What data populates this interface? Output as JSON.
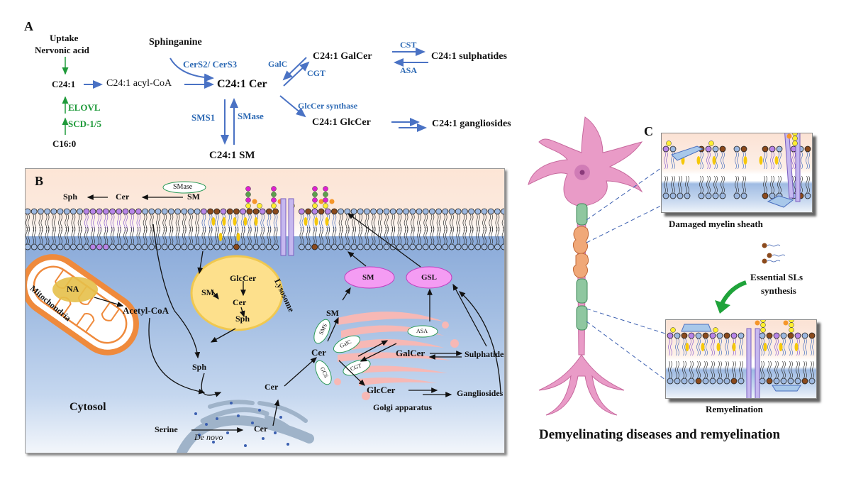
{
  "panel_a": {
    "label": "A",
    "uptake": "Uptake",
    "nervonic_acid": "Nervonic acid",
    "c24_1": "C24:1",
    "c16_0": "C16:0",
    "elovl": "ELOVL",
    "scd": "SCD-1/5",
    "acyl_coa": "C24:1 acyl-CoA",
    "sphinganine": "Sphinganine",
    "cers": "CerS2/ CerS3",
    "cer": "C24:1 Cer",
    "sms1": "SMS1",
    "smase": "SMase",
    "sm": "C24:1 SM",
    "galc": "GalC",
    "cgt": "CGT",
    "galcer": "C24:1 GalCer",
    "cst": "CST",
    "asa": "ASA",
    "sulphatides": "C24:1 sulphatides",
    "glccer_synthase": "GlcCer synthase",
    "glccer": "C24:1 GlcCer",
    "gangliosides": "C24:1 gangliosides"
  },
  "panel_b": {
    "label": "B",
    "sph_top": "Sph",
    "cer_top": "Cer",
    "sm_top": "SM",
    "smase": "SMase",
    "mitochondria": "Mitochondria",
    "na": "NA",
    "acetyl_coa": "Acetyl-CoA",
    "lyso_sm": "SM",
    "lyso_glccer": "GlcCer",
    "lyso_cer": "Cer",
    "lyso_sph": "Sph",
    "lysosome": "Lysosome",
    "sph_mid": "Sph",
    "cytosol": "Cytosol",
    "serine": "Serine",
    "de_novo": "De novo",
    "cer_er": "Cer",
    "cer_mid": "Cer",
    "golgi_cer": "Cer",
    "golgi_sm": "SM",
    "sms": "SMS",
    "galc": "GalC",
    "cgt": "CGT",
    "gcs": "GCS",
    "asa": "ASA",
    "galcer": "GalCer",
    "sulphatides": "Sulphatides",
    "glccer": "GlcCer",
    "gangliosides": "Gangliosides",
    "golgi": "Golgi apparatus",
    "vesicle_sm": "SM",
    "vesicle_gsl": "GSL"
  },
  "panel_c": {
    "label": "C",
    "damaged": "Damaged myelin sheath",
    "essential_1": "Essential SLs",
    "essential_2": "synthesis",
    "remyelination": "Remyelination",
    "title": "Demyelinating diseases and remyelination"
  },
  "colors": {
    "enzyme_blue": "#2f6bb5",
    "enzyme_green": "#1f9a3a",
    "arrow_blue": "#4a72c4",
    "vesicle_magenta": "#f28cf0",
    "lysosome_yellow": "#fbd76a",
    "golgi_pink": "#f7b8b5",
    "mito_orange": "#ef8a3c",
    "neuron_pink": "#e99bc7",
    "myelin_green": "#8fc7a0"
  }
}
